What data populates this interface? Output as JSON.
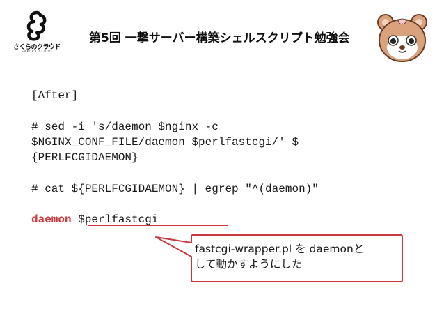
{
  "header": {
    "logo_text": "さくらのクラウド",
    "logo_sub": "SAKURA CLOUD",
    "title": "第5回 一撃サーバー構築シェルスクリプト勉強会"
  },
  "code": {
    "heading": "[After]",
    "cmd1_line1": "# sed -i 's/daemon $nginx -c",
    "cmd1_line2": "$NGINX_CONF_FILE/daemon $perlfastcgi/' $",
    "cmd1_line3": "{PERLFCGIDAEMON}",
    "cmd2": "# cat ${PERLFCGIDAEMON} | egrep \"^(daemon)\"",
    "result_keyword": "daemon",
    "result_rest": " $perlfastcgi"
  },
  "callout": {
    "line1": "fastcgi-wrapper.pl を daemonと",
    "line2": "して動かすようにした"
  },
  "colors": {
    "accent": "#c8383c",
    "text": "#1a1a1a"
  }
}
